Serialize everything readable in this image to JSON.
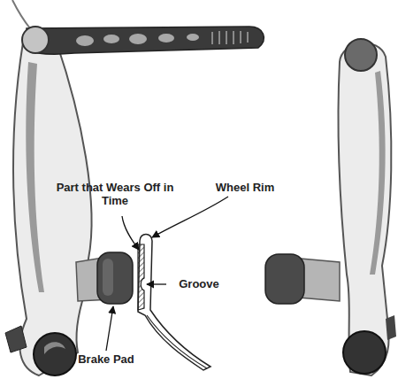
{
  "diagram": {
    "labels": [
      "Part that Wears Off in Time",
      "Wheel Rim",
      "Groove",
      "Brake Pad"
    ]
  }
}
